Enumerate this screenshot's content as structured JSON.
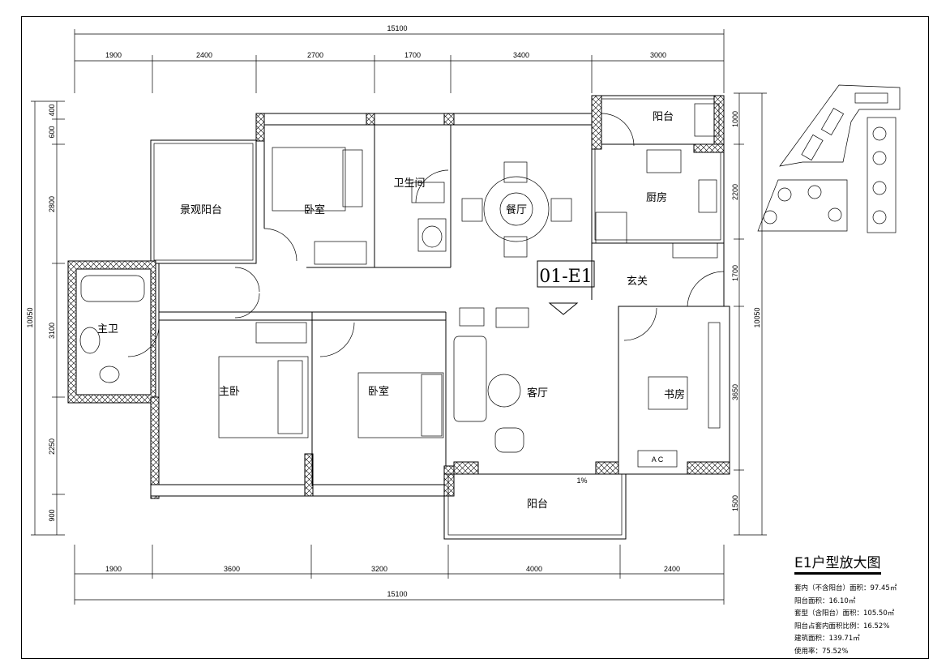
{
  "plan_code": "01-E1",
  "dimensions": {
    "top_total": "15100",
    "top": [
      "1900",
      "2400",
      "2700",
      "1700",
      "3400",
      "3000"
    ],
    "bottom": [
      "1900",
      "3600",
      "3200",
      "4000",
      "2400"
    ],
    "bottom_total": "15100",
    "left_total": "10050",
    "left": [
      "400",
      "600",
      "2800",
      "3100",
      "2250",
      "900"
    ],
    "right": [
      "1000",
      "2200",
      "1700",
      "3650",
      "1500"
    ],
    "right_total": "10050"
  },
  "rooms": {
    "landscape_balcony": "景观阳台",
    "bedroom_top": "卧室",
    "bathroom": "卫生间",
    "dining": "餐厅",
    "kitchen_balcony": "阳台",
    "kitchen": "厨房",
    "foyer": "玄关",
    "master_bath": "主卫",
    "master_bedroom": "主卧",
    "bedroom_bottom": "卧室",
    "living": "客厅",
    "study": "书房",
    "balcony_bottom": "阳台"
  },
  "slope_label": "1%",
  "ac_label": "A C",
  "info": {
    "title": "E1户型放大图",
    "rows": [
      "套内（不含阳台）面积：97.45㎡",
      "阳台面积：16.10㎡",
      "套型（含阳台）面积：105.50㎡",
      "阳台占套内面积比例：16.52%",
      "建筑面积：139.71㎡",
      "使用率：75.52%"
    ]
  }
}
